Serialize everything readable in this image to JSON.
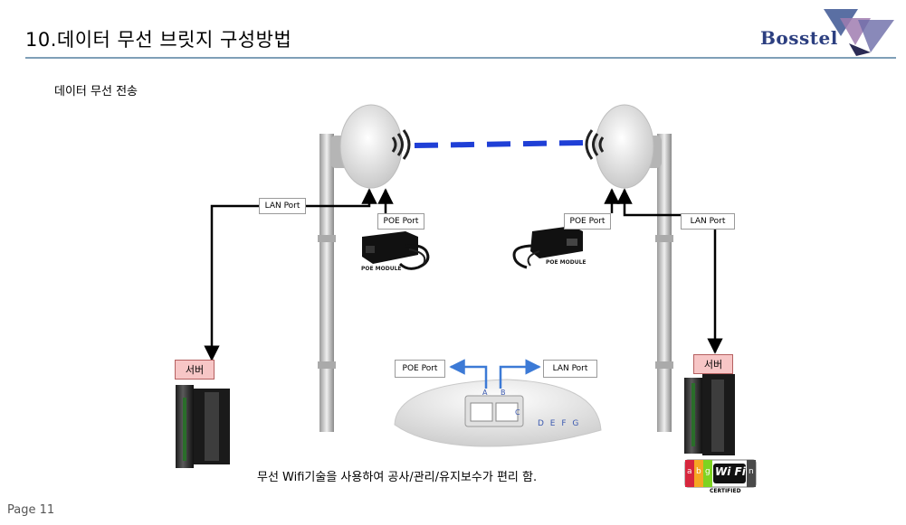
{
  "header": {
    "title": "10.데이터 무선 브릿지 구성방법",
    "brand": "Bosstel"
  },
  "subtitle": "데이터 무선 전송",
  "labels": {
    "lan_port_left": "LAN Port",
    "poe_port_left": "POE Port",
    "poe_port_right": "POE Port",
    "lan_port_right": "LAN Port",
    "server_left": "서버",
    "server_right": "서버",
    "poe_port_bottom": "POE Port",
    "lan_port_bottom": "LAN Port"
  },
  "poe_module_left": "POE MODULE",
  "poe_module_right": "POE MODULE",
  "ports": {
    "a": "A",
    "b": "B",
    "c": "C",
    "defg": "D E F G"
  },
  "wifi_logo": {
    "text": "Wi Fi",
    "letters": [
      "a",
      "b",
      "g",
      "n"
    ],
    "certified": "CERTIFIED"
  },
  "caption": "무선 Wifi기술을 사용하여 공사/관리/유지보수가 편리 함.",
  "page_label": "Page 11",
  "colors": {
    "link": "#1f3fd6",
    "arrow": "#3c7ad6",
    "line": "#000000",
    "rule": "#7f9fb7",
    "brand": "#2c3f80"
  }
}
